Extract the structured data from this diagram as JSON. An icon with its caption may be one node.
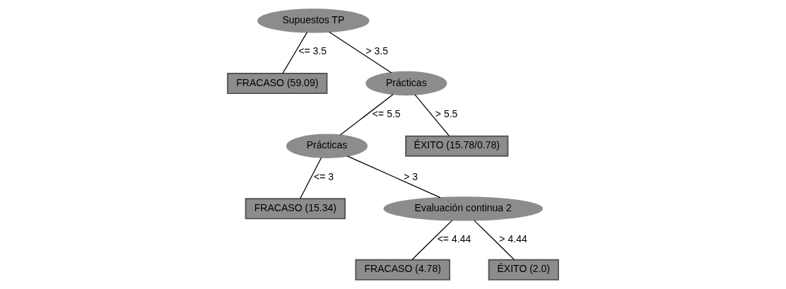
{
  "diagram": {
    "nodes": [
      {
        "text": [
          "Supuestos TP"
        ]
      },
      {
        "text": [
          "FRACASO (59.09)"
        ]
      },
      {
        "text": [
          "Prácticas"
        ]
      },
      {
        "text": [
          "Prácticas"
        ]
      },
      {
        "text": [
          "ÉXITO (15.78/0.78)"
        ]
      },
      {
        "text": [
          "FRACASO (15.34)"
        ]
      },
      {
        "text": [
          "Evaluación continua 2"
        ]
      },
      {
        "text": [
          "FRACASO (4.78)"
        ]
      },
      {
        "text": [
          "ÉXITO (2.0)"
        ]
      }
    ],
    "edges": [
      {
        "from": 0,
        "to": 1,
        "arrow": "none",
        "label": "<= 3.5"
      },
      {
        "from": 0,
        "to": 2,
        "arrow": "none",
        "label": "> 3.5"
      },
      {
        "from": 2,
        "to": 3,
        "arrow": "none",
        "label": "<= 5.5"
      },
      {
        "from": 2,
        "to": 4,
        "arrow": "none",
        "label": "> 5.5"
      },
      {
        "from": 3,
        "to": 5,
        "arrow": "none",
        "label": "<= 3"
      },
      {
        "from": 3,
        "to": 6,
        "arrow": "none",
        "label": "> 3"
      },
      {
        "from": 6,
        "to": 7,
        "arrow": "none",
        "label": "<= 4.44"
      },
      {
        "from": 6,
        "to": 8,
        "arrow": "none",
        "label": "> 4.44"
      }
    ]
  }
}
